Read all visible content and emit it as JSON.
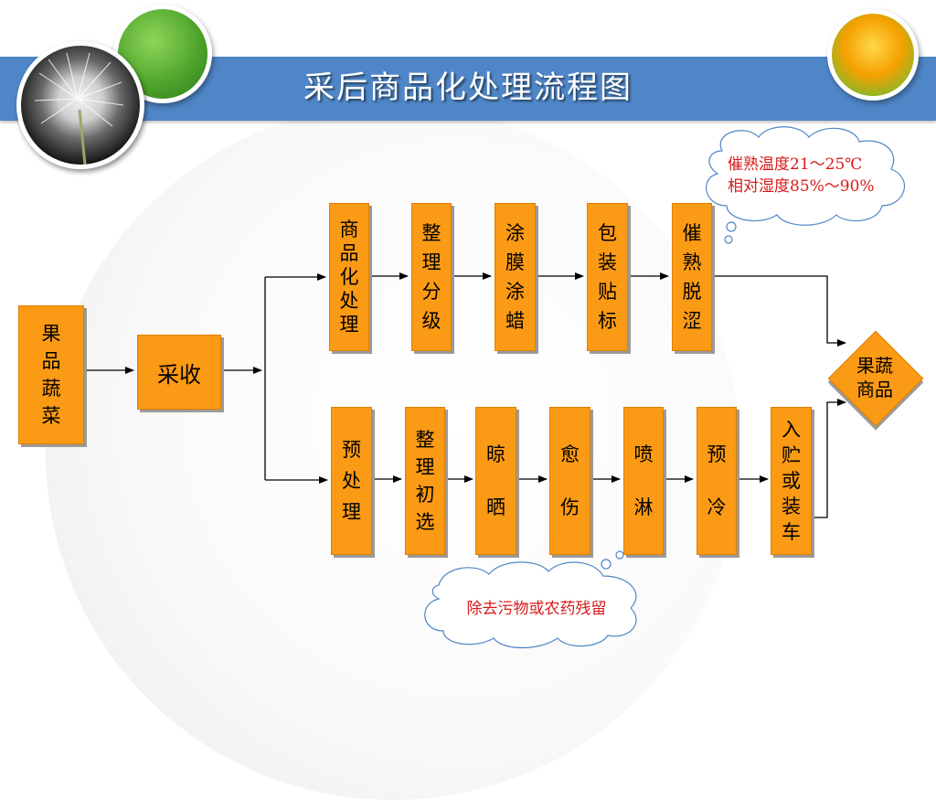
{
  "slide": {
    "title": "采后商品化处理流程图",
    "colors": {
      "band": "#4f86c7",
      "box_fill": "#fb9a14",
      "cloud_text": "#d81a1a",
      "arrow": "#000000"
    }
  },
  "decorations": {
    "dandelion_photo": "dandelion-photo",
    "green_circle": "green-circle",
    "tulip_photo": "tulip-photo"
  },
  "nodes": {
    "source": "果品蔬菜",
    "harvest": "采收",
    "product": "果蔬商品"
  },
  "upper_branch": [
    "商品化处理",
    "整理分级",
    "涂膜涂蜡",
    "包装贴标",
    "催熟脱涩"
  ],
  "lower_branch": [
    "预处理",
    "整理初选",
    "晾晒",
    "愈伤",
    "喷淋",
    "预冷",
    "入贮或装车"
  ],
  "notes": {
    "ripening_line1": "催熟温度21～25℃",
    "ripening_line2": "相对湿度85%～90%",
    "pretreatment": "除去污物或农药残留"
  }
}
